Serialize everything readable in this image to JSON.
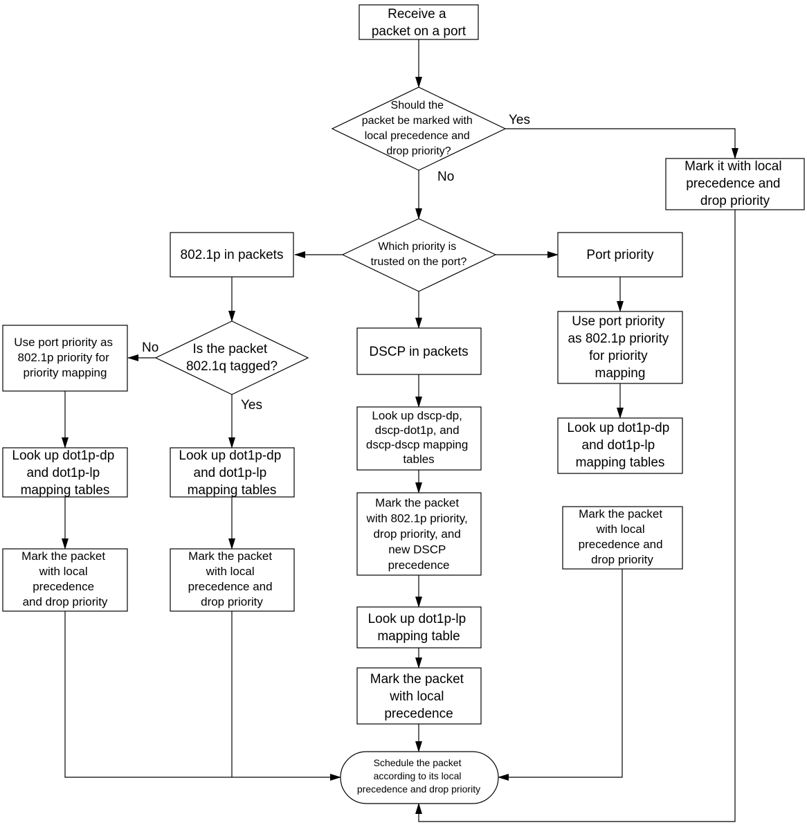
{
  "diagram": {
    "nodes": {
      "receive": [
        "Receive a",
        "packet on a port"
      ],
      "should_mark": [
        "Should the",
        "packet be marked with",
        "local precedence and",
        "drop  priority?"
      ],
      "mark_local": [
        "Mark it with local",
        "precedence and",
        "drop priority"
      ],
      "which_priority": [
        "Which priority is",
        "trusted on the port?"
      ],
      "dot1p_in_packets": [
        "802.1p in packets"
      ],
      "port_priority": [
        "Port priority"
      ],
      "dscp_in_packets": [
        "DSCP in packets"
      ],
      "is_tagged": [
        "Is the packet",
        "802.1q tagged?"
      ],
      "use_port_priority_left": [
        "Use port priority as",
        "802.1p priority for",
        "priority mapping"
      ],
      "use_port_priority_right": [
        "Use port priority",
        "as 802.1p priority",
        "for priority",
        "mapping"
      ],
      "lookup_left_1": [
        "Look up dot1p-dp",
        "and dot1p-lp",
        "mapping tables"
      ],
      "lookup_left_2": [
        "Look up dot1p-dp",
        "and dot1p-lp",
        "mapping tables"
      ],
      "lookup_dscp": [
        "Look up dscp-dp,",
        "dscp-dot1p, and",
        "dscp-dscp mapping",
        "tables"
      ],
      "lookup_right": [
        "Look up dot1p-dp",
        "and dot1p-lp",
        "mapping tables"
      ],
      "mark_left_1": [
        "Mark the packet",
        "with local",
        "precedence",
        "and drop priority"
      ],
      "mark_left_2": [
        "Mark the packet",
        "with local",
        "precedence and",
        "drop priority"
      ],
      "mark_dscp": [
        "Mark the packet",
        "with 802.1p priority,",
        "drop priority, and",
        "new DSCP",
        "precedence"
      ],
      "lookup_lp": [
        "Look up dot1p-lp",
        "mapping table"
      ],
      "mark_local_prec": [
        "Mark the packet",
        "with local",
        "precedence"
      ],
      "mark_right": [
        "Mark the packet",
        "with local",
        "precedence and",
        "drop priority"
      ],
      "schedule": [
        "Schedule the packet",
        "according to its local",
        "precedence and drop priority"
      ]
    },
    "edge_labels": {
      "yes_top": "Yes",
      "no_top": "No",
      "no_left": "No",
      "yes_left": "Yes"
    }
  }
}
